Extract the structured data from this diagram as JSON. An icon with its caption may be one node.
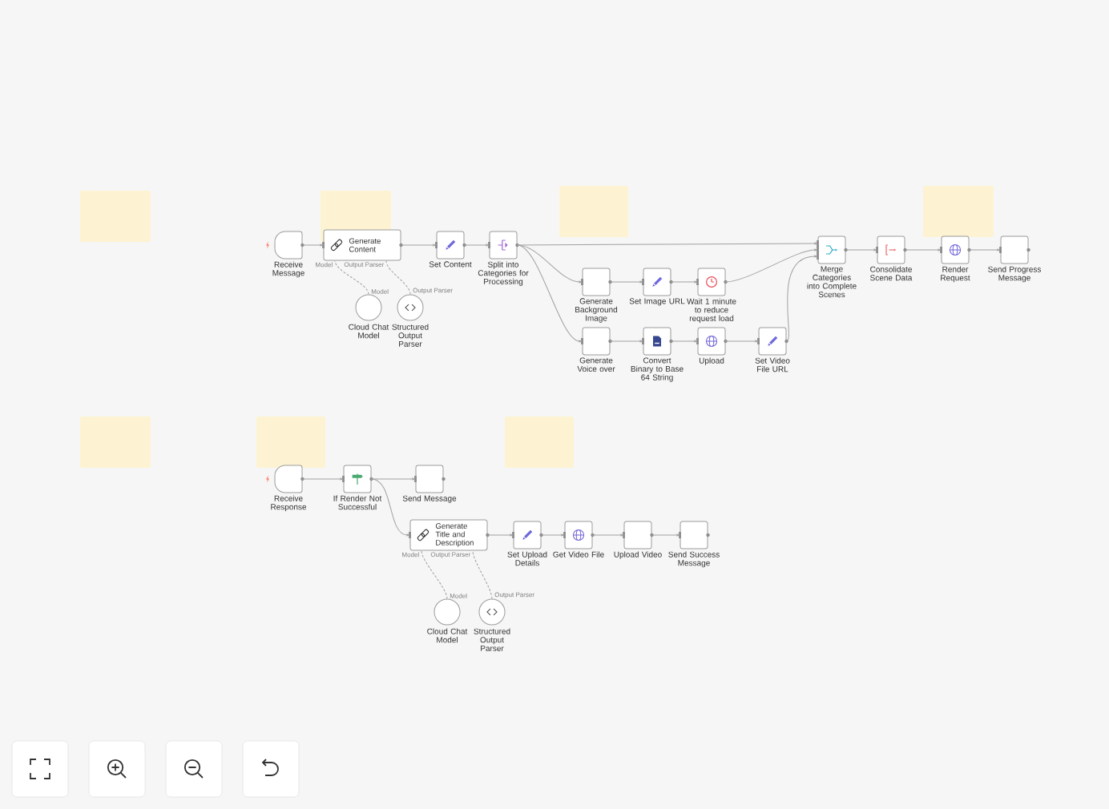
{
  "diagram": {
    "nodes": [
      {
        "text": [
          "Receive Message"
        ]
      },
      {
        "text": [
          "Generate Content"
        ],
        "beside": [
          "Model",
          "Output Parser"
        ]
      },
      {
        "text": [
          "Cloud Chat Model"
        ],
        "beside": [
          "Model"
        ]
      },
      {
        "text": [
          "Structured Output Parser"
        ],
        "beside": [
          "Output Parser"
        ]
      },
      {
        "text": [
          "Set Content"
        ]
      },
      {
        "text": [
          "Split into Categories for Processing"
        ]
      },
      {
        "text": [
          "Generate Background Image"
        ]
      },
      {
        "text": [
          "Set Image URL"
        ]
      },
      {
        "text": [
          "Wait 1 minute to reduce request load"
        ]
      },
      {
        "text": [
          "Generate Voice over"
        ]
      },
      {
        "text": [
          "Convert Binary to Base 64 String"
        ]
      },
      {
        "text": [
          "Upload"
        ]
      },
      {
        "text": [
          "Set Video File URL"
        ]
      },
      {
        "text": [
          "Merge Categories into Complete Scenes"
        ]
      },
      {
        "text": [
          "Consolidate Scene Data"
        ]
      },
      {
        "text": [
          "Render Request"
        ]
      },
      {
        "text": [
          "Send Progress Message"
        ]
      },
      {
        "text": [
          "Receive Response"
        ]
      },
      {
        "text": [
          "If Render Not Successful"
        ]
      },
      {
        "text": [
          "Send Message"
        ]
      },
      {
        "text": [
          "Generate Title and Description"
        ],
        "beside": [
          "Model",
          "Output Parser"
        ]
      },
      {
        "text": [
          "Cloud Chat Model"
        ],
        "beside": [
          "Model"
        ]
      },
      {
        "text": [
          "Structured Output Parser"
        ],
        "beside": [
          "Output Parser"
        ]
      },
      {
        "text": [
          "Set Upload Details"
        ]
      },
      {
        "text": [
          "Get Video File"
        ]
      },
      {
        "text": [
          "Upload Video"
        ]
      },
      {
        "text": [
          "Send Success Message"
        ]
      }
    ],
    "edges": [
      {
        "from": 0,
        "to": 1,
        "arrow": "to"
      },
      {
        "from": 2,
        "to": 1,
        "arrow": "none",
        "style": "dashed"
      },
      {
        "from": 3,
        "to": 1,
        "arrow": "none",
        "style": "dashed"
      },
      {
        "from": 1,
        "to": 4,
        "arrow": "to"
      },
      {
        "from": 4,
        "to": 5,
        "arrow": "to"
      },
      {
        "from": 5,
        "to": 13,
        "arrow": "to"
      },
      {
        "from": 5,
        "to": 6,
        "arrow": "to"
      },
      {
        "from": 5,
        "to": 9,
        "arrow": "to"
      },
      {
        "from": 6,
        "to": 7,
        "arrow": "to"
      },
      {
        "from": 7,
        "to": 8,
        "arrow": "to"
      },
      {
        "from": 8,
        "to": 13,
        "arrow": "to"
      },
      {
        "from": 9,
        "to": 10,
        "arrow": "to"
      },
      {
        "from": 10,
        "to": 11,
        "arrow": "to"
      },
      {
        "from": 11,
        "to": 12,
        "arrow": "to"
      },
      {
        "from": 12,
        "to": 13,
        "arrow": "to"
      },
      {
        "from": 13,
        "to": 14,
        "arrow": "to"
      },
      {
        "from": 14,
        "to": 15,
        "arrow": "to"
      },
      {
        "from": 15,
        "to": 16,
        "arrow": "to"
      },
      {
        "from": 17,
        "to": 18,
        "arrow": "to"
      },
      {
        "from": 18,
        "to": 19,
        "arrow": "to"
      },
      {
        "from": 18,
        "to": 20,
        "arrow": "to"
      },
      {
        "from": 21,
        "to": 20,
        "arrow": "none",
        "style": "dashed"
      },
      {
        "from": 22,
        "to": 20,
        "arrow": "none",
        "style": "dashed"
      },
      {
        "from": 20,
        "to": 23,
        "arrow": "to"
      },
      {
        "from": 23,
        "to": 24,
        "arrow": "to"
      },
      {
        "from": 24,
        "to": 25,
        "arrow": "to"
      },
      {
        "from": 25,
        "to": 26,
        "arrow": "to"
      }
    ]
  }
}
